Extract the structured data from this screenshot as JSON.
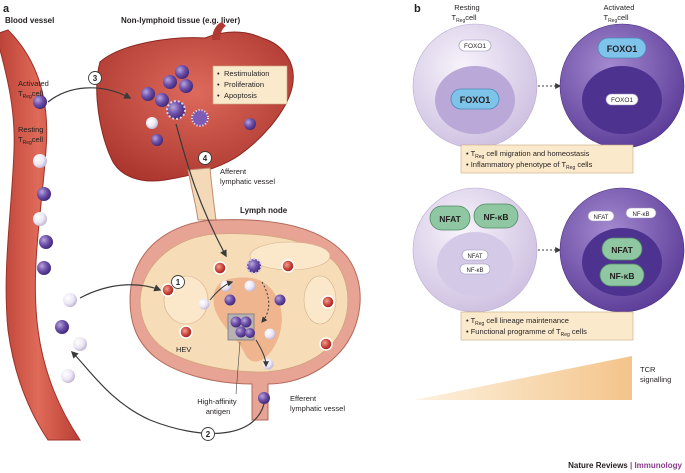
{
  "panel_a": {
    "letter": "a",
    "blood_vessel": "Blood vessel",
    "tissue": "Non-lymphoid tissue (e.g. liver)",
    "activated": [
      "Activated",
      "T",
      "Reg",
      "cell"
    ],
    "resting": [
      "Resting",
      "T",
      "Reg",
      "cell"
    ],
    "outcomes": [
      "Restimulation",
      "Proliferation",
      "Apoptosis"
    ],
    "afferent": [
      "Afferent",
      "lymphatic vessel"
    ],
    "lymph_node": "Lymph node",
    "hev": "HEV",
    "antigen": [
      "High-affinity",
      "antigen"
    ],
    "efferent": [
      "Efferent",
      "lymphatic vessel"
    ],
    "steps": [
      "1",
      "2",
      "3",
      "4"
    ]
  },
  "panel_b": {
    "letter": "b",
    "resting": [
      "Resting",
      "T",
      "Reg",
      "cell"
    ],
    "activated": [
      "Activated",
      "T",
      "Reg",
      "cell"
    ],
    "foxo1": "FOXO1",
    "nfat": "NFAT",
    "nfkb": "NF-κB",
    "box1": [
      {
        "pre": "• T",
        "sub": "Reg",
        "post": " cell migration and homeostasis"
      },
      {
        "pre": "• Inflammatory phenotype of T",
        "sub": "Reg",
        "post": " cells"
      }
    ],
    "box2": [
      {
        "pre": "• T",
        "sub": "Reg",
        "post": " cell lineage maintenance"
      },
      {
        "pre": "• Functional programme of T",
        "sub": "Reg",
        "post": " cells"
      }
    ],
    "tcr": [
      "TCR",
      "signalling"
    ]
  },
  "credit": {
    "journal": "Nature Reviews",
    "sep": " | ",
    "section": "Immunology"
  },
  "colors": {
    "vessel": "#d8574a",
    "liver": "#c8473f",
    "node_outer": "#e08a7b",
    "node_inner": "#f6ddb8",
    "treg_activated": "#6c4fa6",
    "treg_resting": "#ece6f2",
    "foxo1_blue": "#7ec3ea",
    "nf_green": "#8fc7a2",
    "box_fill": "#fbe9cc",
    "credit_purple": "#8a3d8f"
  }
}
